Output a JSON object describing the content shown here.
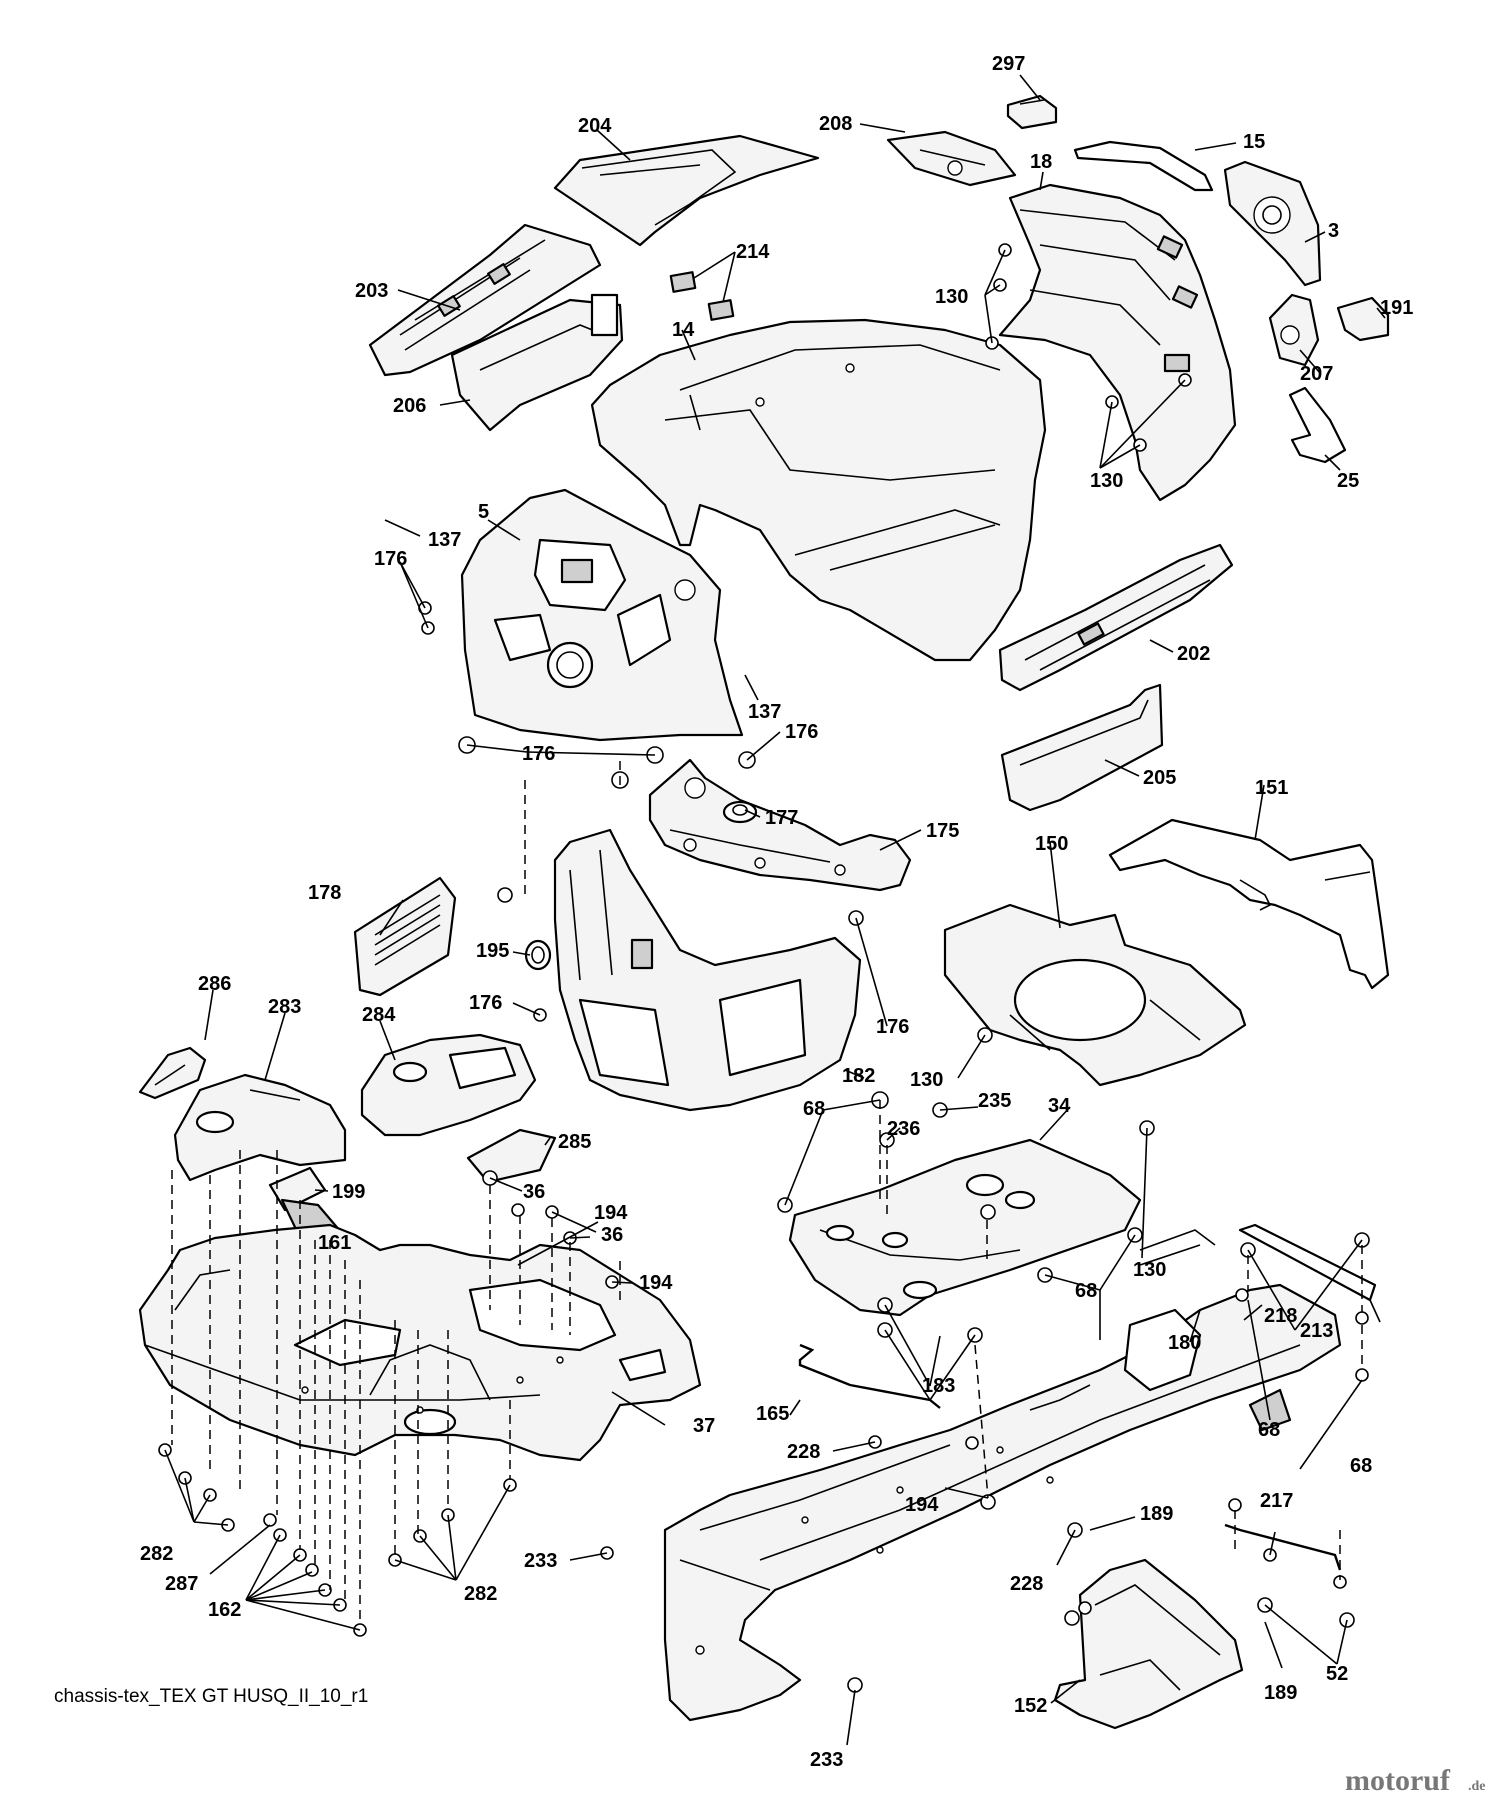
{
  "diagram": {
    "caption": "chassis-tex_TEX GT HUSQ_II_10_r1",
    "watermark": {
      "text": "motoruf",
      "suffix": ".de",
      "color": "#777777"
    },
    "part_numbers": [
      "297",
      "204",
      "208",
      "15",
      "18",
      "3",
      "214",
      "203",
      "130",
      "191",
      "14",
      "207",
      "206",
      "130",
      "25",
      "5",
      "137",
      "176",
      "202",
      "137",
      "176",
      "176",
      "205",
      "151",
      "177",
      "175",
      "150",
      "178",
      "195",
      "176",
      "176",
      "286",
      "283",
      "284",
      "182",
      "130",
      "68",
      "235",
      "34",
      "285",
      "236",
      "36",
      "194",
      "199",
      "36",
      "130",
      "161",
      "213",
      "218",
      "194",
      "180",
      "68",
      "68",
      "68",
      "37",
      "183",
      "165",
      "228",
      "194",
      "189",
      "217",
      "233",
      "282",
      "287",
      "228",
      "282",
      "162",
      "52",
      "152",
      "189",
      "233"
    ]
  }
}
